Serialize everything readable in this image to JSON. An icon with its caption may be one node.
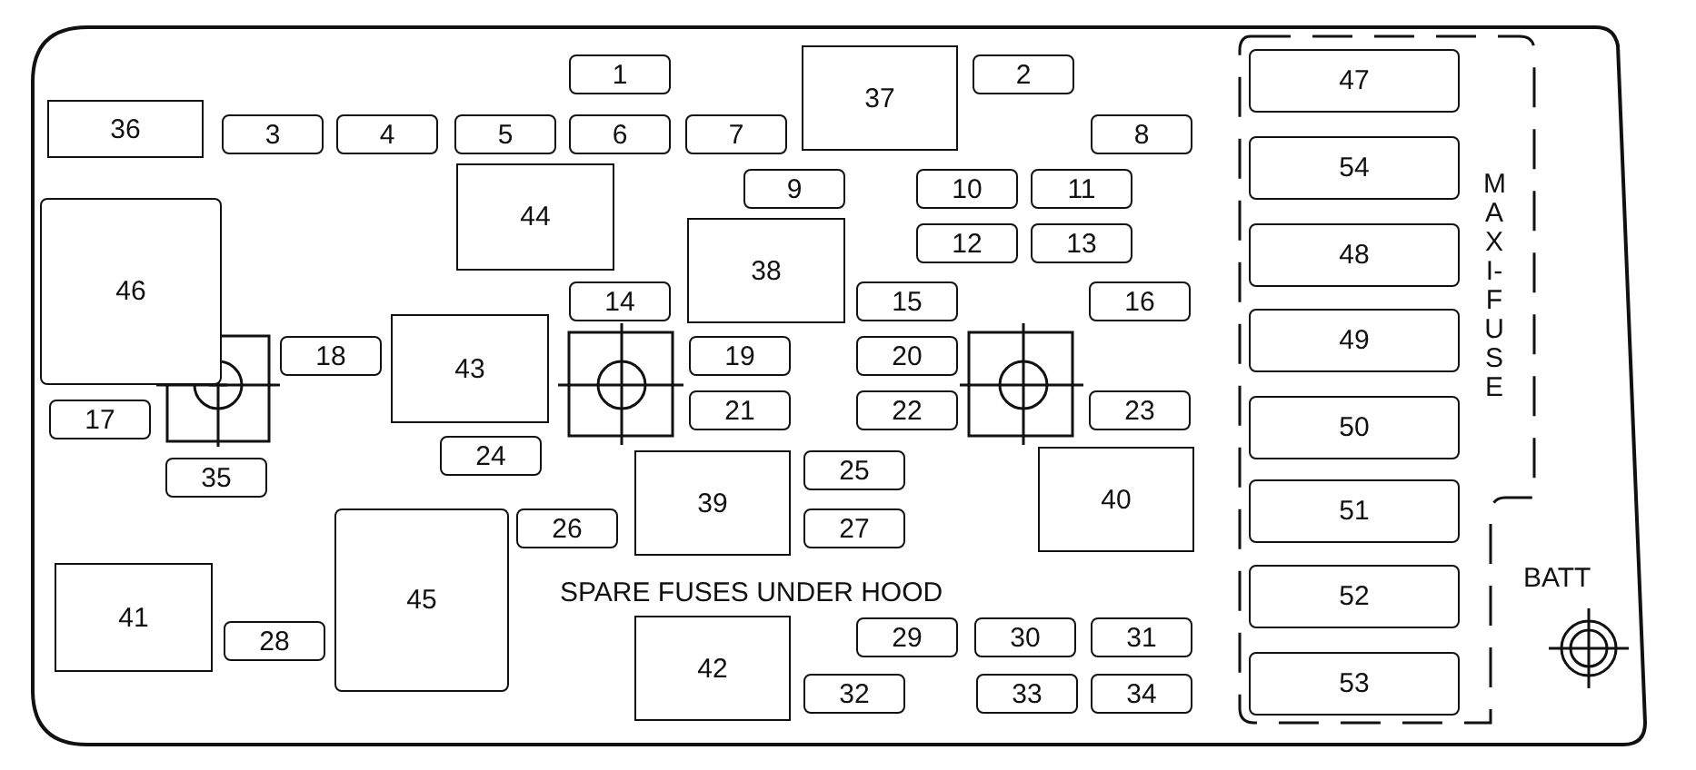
{
  "diagram": {
    "nodes": [
      {
        "text": [
          "MAXI-FUSE"
        ]
      },
      {
        "text": [
          "1"
        ]
      },
      {
        "text": [
          "2"
        ]
      },
      {
        "text": [
          "3"
        ]
      },
      {
        "text": [
          "4"
        ]
      },
      {
        "text": [
          "5"
        ]
      },
      {
        "text": [
          "6"
        ]
      },
      {
        "text": [
          "7"
        ]
      },
      {
        "text": [
          "8"
        ]
      },
      {
        "text": [
          "9"
        ]
      },
      {
        "text": [
          "10"
        ]
      },
      {
        "text": [
          "11"
        ]
      },
      {
        "text": [
          "12"
        ]
      },
      {
        "text": [
          "13"
        ]
      },
      {
        "text": [
          "14"
        ]
      },
      {
        "text": [
          "15"
        ]
      },
      {
        "text": [
          "16"
        ]
      },
      {
        "text": [
          "17"
        ]
      },
      {
        "text": [
          "18"
        ]
      },
      {
        "text": [
          "19"
        ]
      },
      {
        "text": [
          "20"
        ]
      },
      {
        "text": [
          "21"
        ]
      },
      {
        "text": [
          "22"
        ]
      },
      {
        "text": [
          "23"
        ]
      },
      {
        "text": [
          "24"
        ]
      },
      {
        "text": [
          "25"
        ]
      },
      {
        "text": [
          "26"
        ]
      },
      {
        "text": [
          "27"
        ]
      },
      {
        "text": [
          "28"
        ]
      },
      {
        "text": [
          "29"
        ]
      },
      {
        "text": [
          "30"
        ]
      },
      {
        "text": [
          "31"
        ]
      },
      {
        "text": [
          "32"
        ]
      },
      {
        "text": [
          "33"
        ]
      },
      {
        "text": [
          "34"
        ]
      },
      {
        "text": [
          "35"
        ]
      },
      {
        "text": [
          "36"
        ]
      },
      {
        "text": [
          "37"
        ]
      },
      {
        "text": [
          "38"
        ]
      },
      {
        "text": [
          "39"
        ]
      },
      {
        "text": [
          "40"
        ]
      },
      {
        "text": [
          "41"
        ]
      },
      {
        "text": [
          "42"
        ]
      },
      {
        "text": [
          "43"
        ]
      },
      {
        "text": [
          "44"
        ]
      },
      {
        "text": [
          "45"
        ]
      },
      {
        "text": [
          "46"
        ]
      },
      {
        "text": [
          "47"
        ],
        "in": 0
      },
      {
        "text": [
          "54"
        ],
        "in": 0
      },
      {
        "text": [
          "48"
        ],
        "in": 0
      },
      {
        "text": [
          "49"
        ],
        "in": 0
      },
      {
        "text": [
          "50"
        ],
        "in": 0
      },
      {
        "text": [
          "51"
        ],
        "in": 0
      },
      {
        "text": [
          "52"
        ],
        "in": 0
      },
      {
        "text": [
          "53"
        ],
        "in": 0
      }
    ],
    "edges": [],
    "labels": [
      "SPARE FUSES UNDER HOOD",
      "BATT"
    ]
  }
}
